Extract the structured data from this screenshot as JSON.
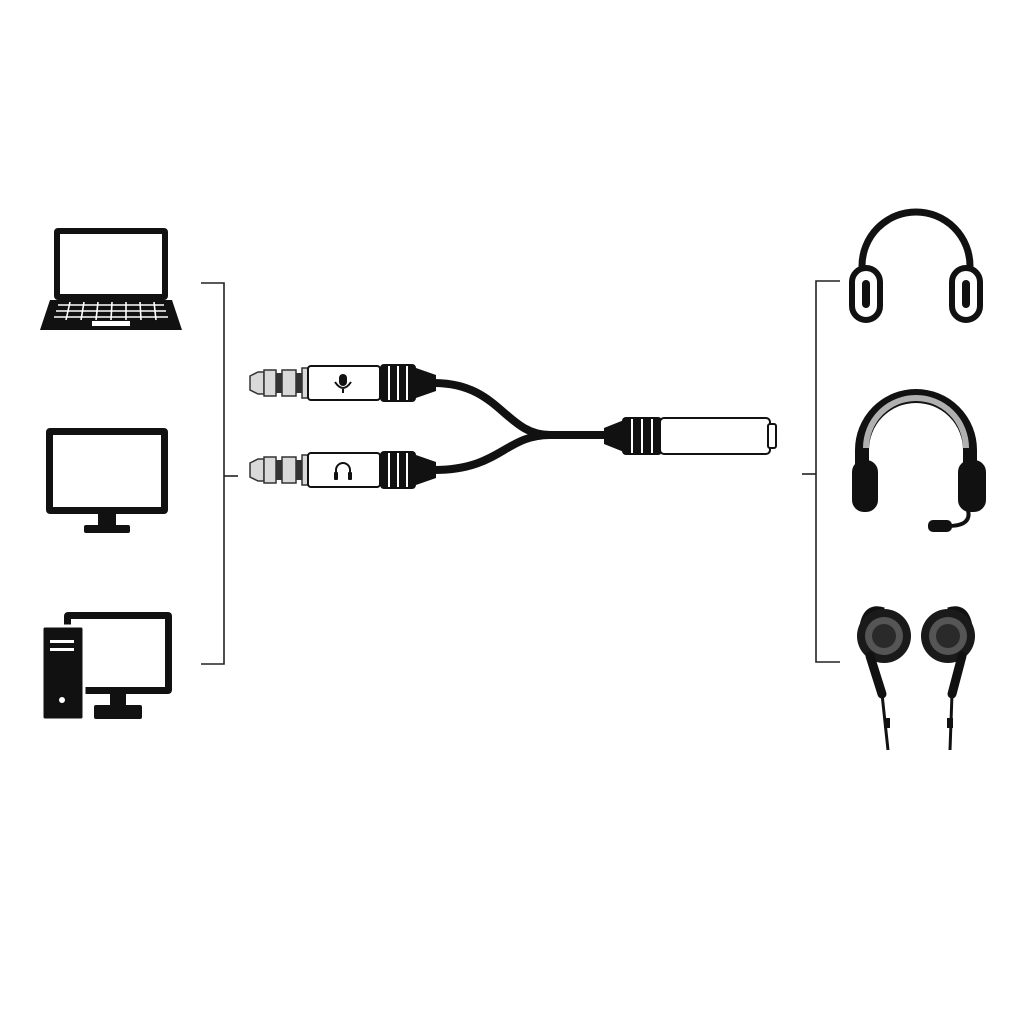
{
  "diagram": {
    "colors": {
      "background": "#ffffff",
      "ink": "#111111",
      "bracket": "#222222",
      "plug_body": "#ffffff",
      "metal": "#d9d9d9",
      "headband_gray": "#b0b0b0"
    },
    "source_devices": [
      {
        "icon": "laptop-icon"
      },
      {
        "icon": "monitor-icon"
      },
      {
        "icon": "desktop-pc-icon"
      }
    ],
    "cable": {
      "plugs": [
        {
          "icon": "microphone-icon",
          "kind": "3.5mm male plug"
        },
        {
          "icon": "headphone-icon",
          "kind": "3.5mm male plug"
        }
      ],
      "socket": {
        "kind": "3.5mm female jack"
      }
    },
    "target_devices": [
      {
        "icon": "headphones-icon"
      },
      {
        "icon": "headset-with-mic-icon"
      },
      {
        "icon": "earphones-icon"
      }
    ]
  }
}
